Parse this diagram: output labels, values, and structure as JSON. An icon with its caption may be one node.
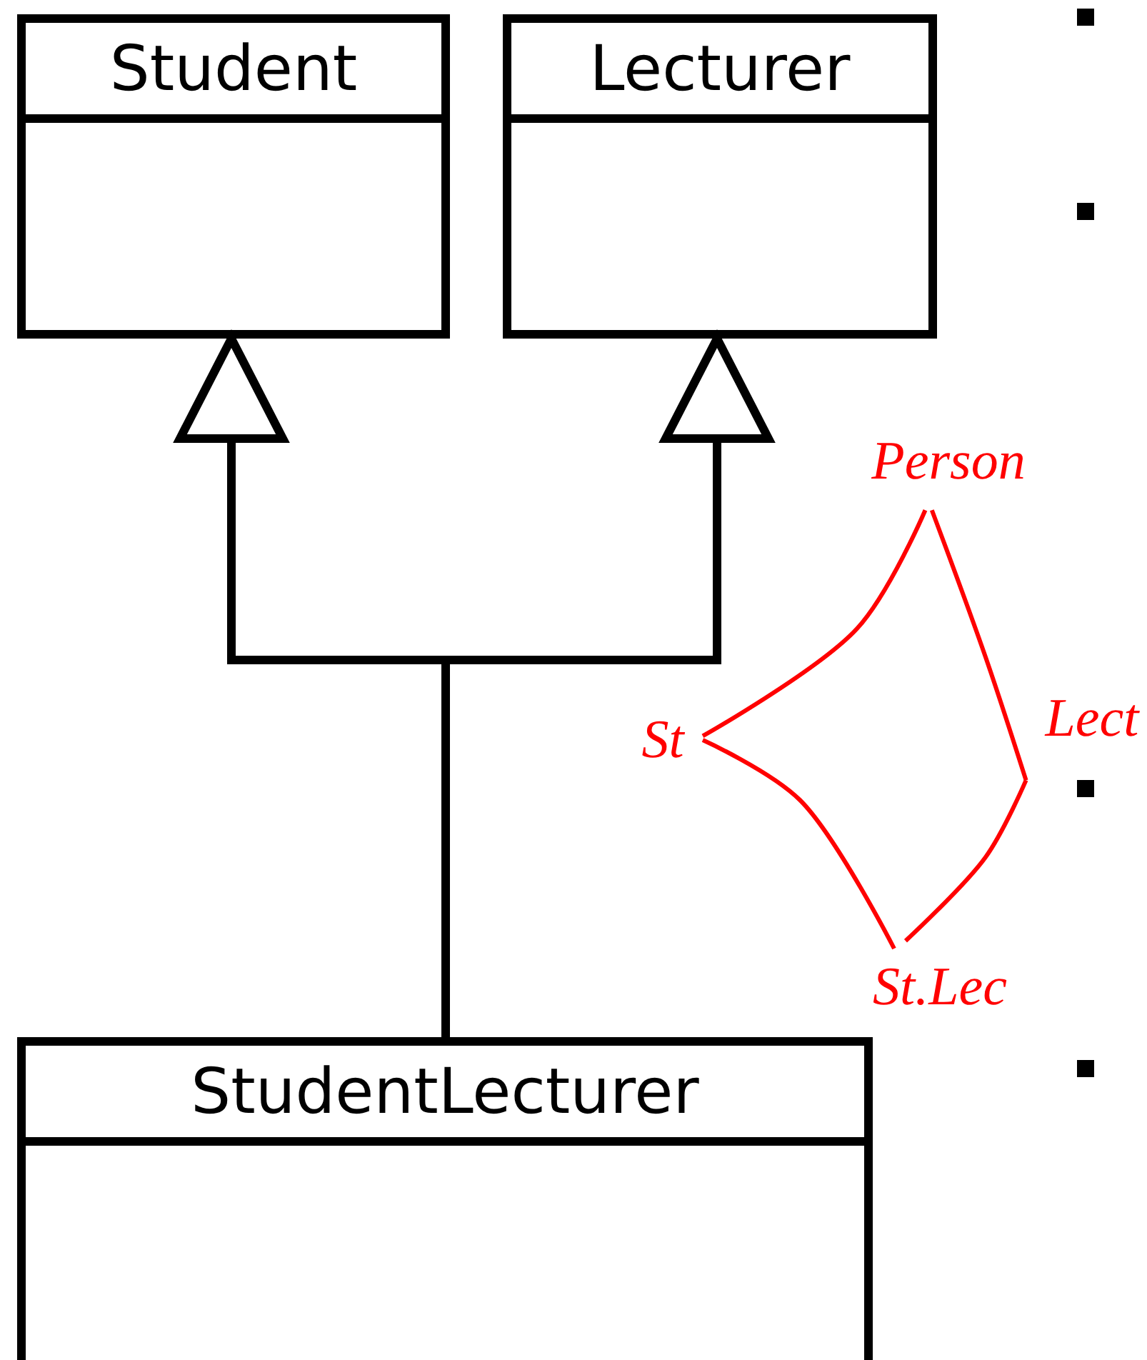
{
  "diagram": {
    "nodes": [
      {
        "text": [
          "Student"
        ]
      },
      {
        "text": [
          "Lecturer"
        ]
      },
      {
        "text": [
          "StudentLecturer"
        ]
      },
      {
        "text": [
          "Person"
        ]
      },
      {
        "text": [
          "St"
        ]
      },
      {
        "text": [
          "Lect"
        ]
      },
      {
        "text": [
          "St.Lec"
        ]
      }
    ],
    "edges": [
      {
        "from": 2,
        "to": 0,
        "arrow": "to",
        "style": "thick",
        "color": "#000000"
      },
      {
        "from": 2,
        "to": 1,
        "arrow": "to",
        "style": "thick",
        "color": "#000000"
      },
      {
        "from": 3,
        "to": 4,
        "arrow": "none"
      },
      {
        "from": 3,
        "to": 5,
        "arrow": "none"
      },
      {
        "from": 4,
        "to": 6,
        "arrow": "none"
      },
      {
        "from": 5,
        "to": 6,
        "arrow": "none"
      }
    ]
  }
}
